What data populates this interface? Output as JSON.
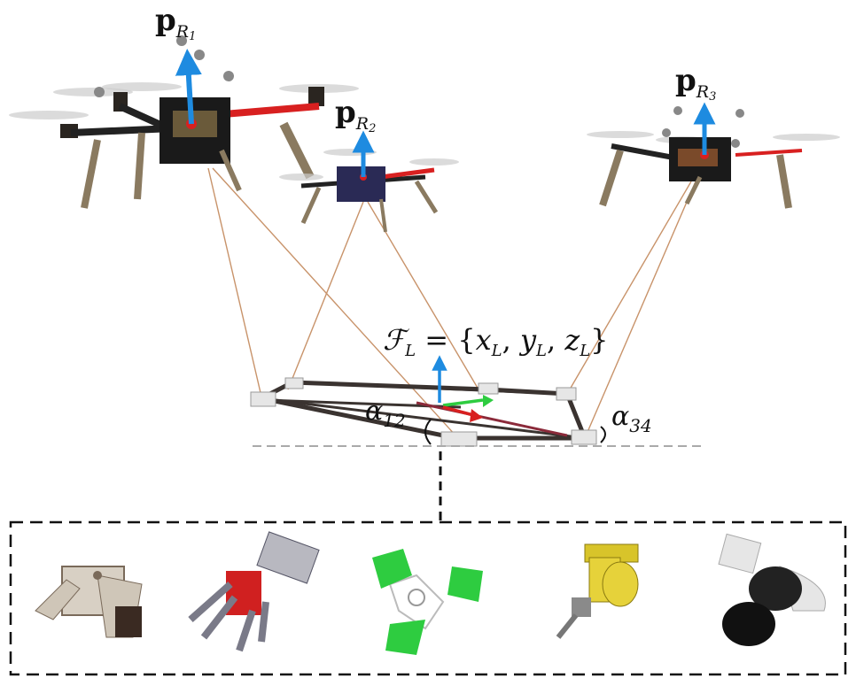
{
  "labels": {
    "robot1": {
      "main": "p",
      "sub": "R",
      "idx": "1"
    },
    "robot2": {
      "main": "p",
      "sub": "R",
      "idx": "2"
    },
    "robot3": {
      "main": "p",
      "sub": "R",
      "idx": "3"
    },
    "frame": {
      "sym": "ℱ",
      "sub": "L",
      "eq": " = {",
      "x": "x",
      "y": "y",
      "z": "z",
      "close": "}",
      "comma": ", "
    },
    "alpha12": {
      "sym": "α",
      "sub": "12"
    },
    "alpha34": {
      "sym": "α",
      "sub": "34"
    }
  },
  "end_effectors": [
    "two-finger-gripper",
    "multi-finger-hand",
    "soft-gripper",
    "suction-cup-tool",
    "rotary-brush-tool"
  ],
  "colors": {
    "arrow": "#1e8be0",
    "cable": "#c8936a",
    "frame": "#3a3330",
    "dash": "#111111",
    "red": "#d82020"
  }
}
